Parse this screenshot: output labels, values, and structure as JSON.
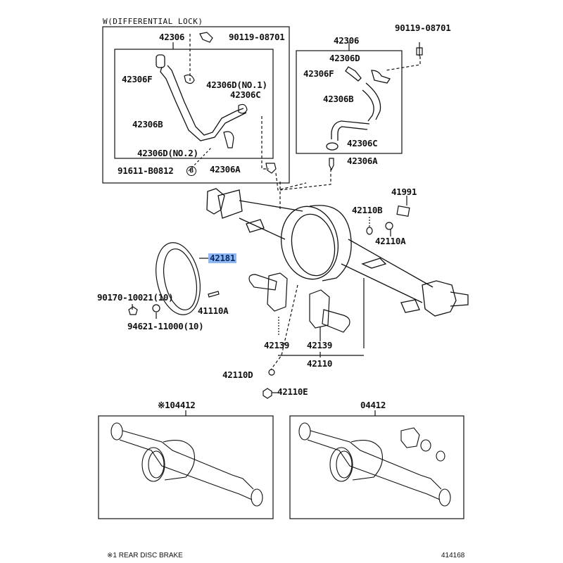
{
  "diagram": {
    "group_title": "W(DIFFERENTIAL LOCK)",
    "highlight_color": "#8fb8f0",
    "highlight_text_color": "#0b2a6b",
    "footnote": "※1 REAR DISC BRAKE",
    "figure_number": "414168"
  },
  "labels": {
    "l_42306_left": "42306",
    "l_90119_left": "90119-08701",
    "l_42306F_left": "42306F",
    "l_42306D_no1": "42306D(NO.1)",
    "l_42306C_left": "42306C",
    "l_42306B_left": "42306B",
    "l_42306D_no2": "42306D(NO.2)",
    "l_91611": "91611-B0812",
    "l_B_circle": "B",
    "l_42306A_left": "42306A",
    "l_90119_right": "90119-08701",
    "l_42306_right": "42306",
    "l_42306D_right": "42306D",
    "l_42306F_right": "42306F",
    "l_42306B_right": "42306B",
    "l_42306C_right": "42306C",
    "l_42306A_right": "42306A",
    "l_41991": "41991",
    "l_42110B": "42110B",
    "l_42110A": "42110A",
    "l_42181": "42181",
    "l_90170": "90170-10021(10)",
    "l_41110A": "41110A",
    "l_94621": "94621-11000(10)",
    "l_W_circle": "W",
    "l_42139_left": "42139",
    "l_42139_right": "42139",
    "l_42110": "42110",
    "l_42110D": "42110D",
    "l_42110E": "42110E",
    "l_04412_left": "※104412",
    "l_04412_right": "04412"
  }
}
